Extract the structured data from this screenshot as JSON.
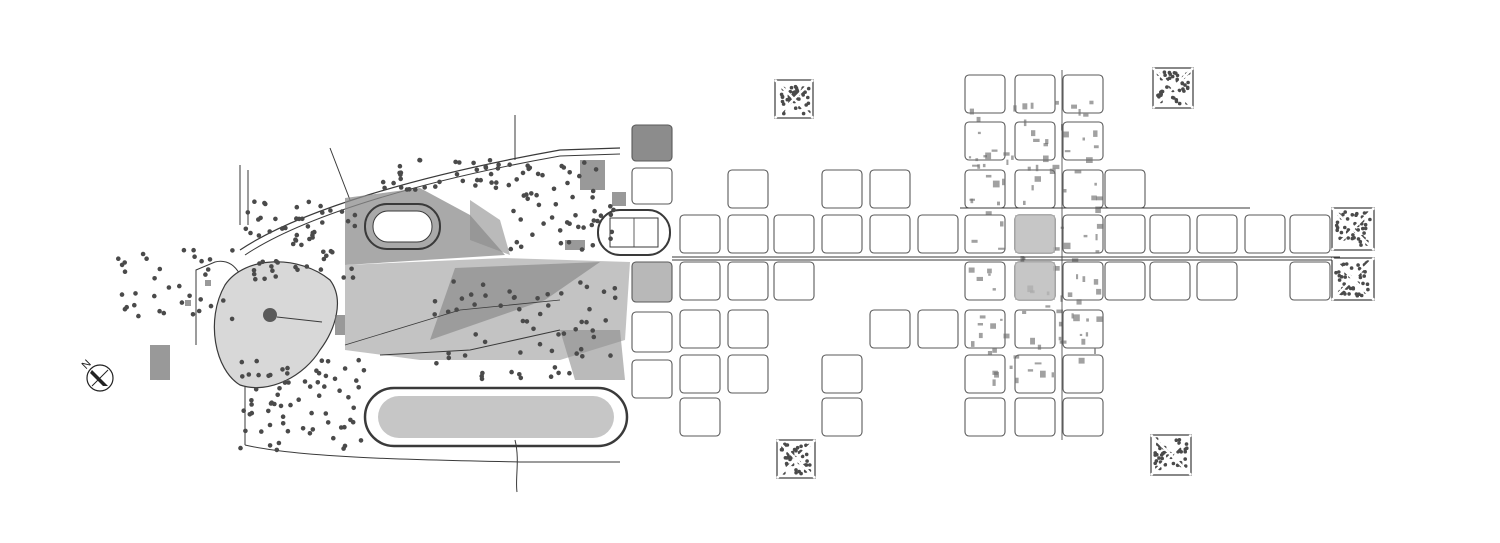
{
  "map": {
    "north_label": "N",
    "colors": {
      "background": "#ffffff",
      "line": "#3a3a3a",
      "block": "#5a5a5a",
      "tree": "#4a4a4a",
      "park_fill": "#8c8c8c",
      "park_fill_light": "#b8b8b8",
      "water": "#d8d8d8",
      "built": "#6e6e6e"
    },
    "features": [
      "park",
      "lake",
      "athletics-track",
      "football-field",
      "racecourse",
      "street-grid",
      "town-centre",
      "tree-squares"
    ]
  }
}
